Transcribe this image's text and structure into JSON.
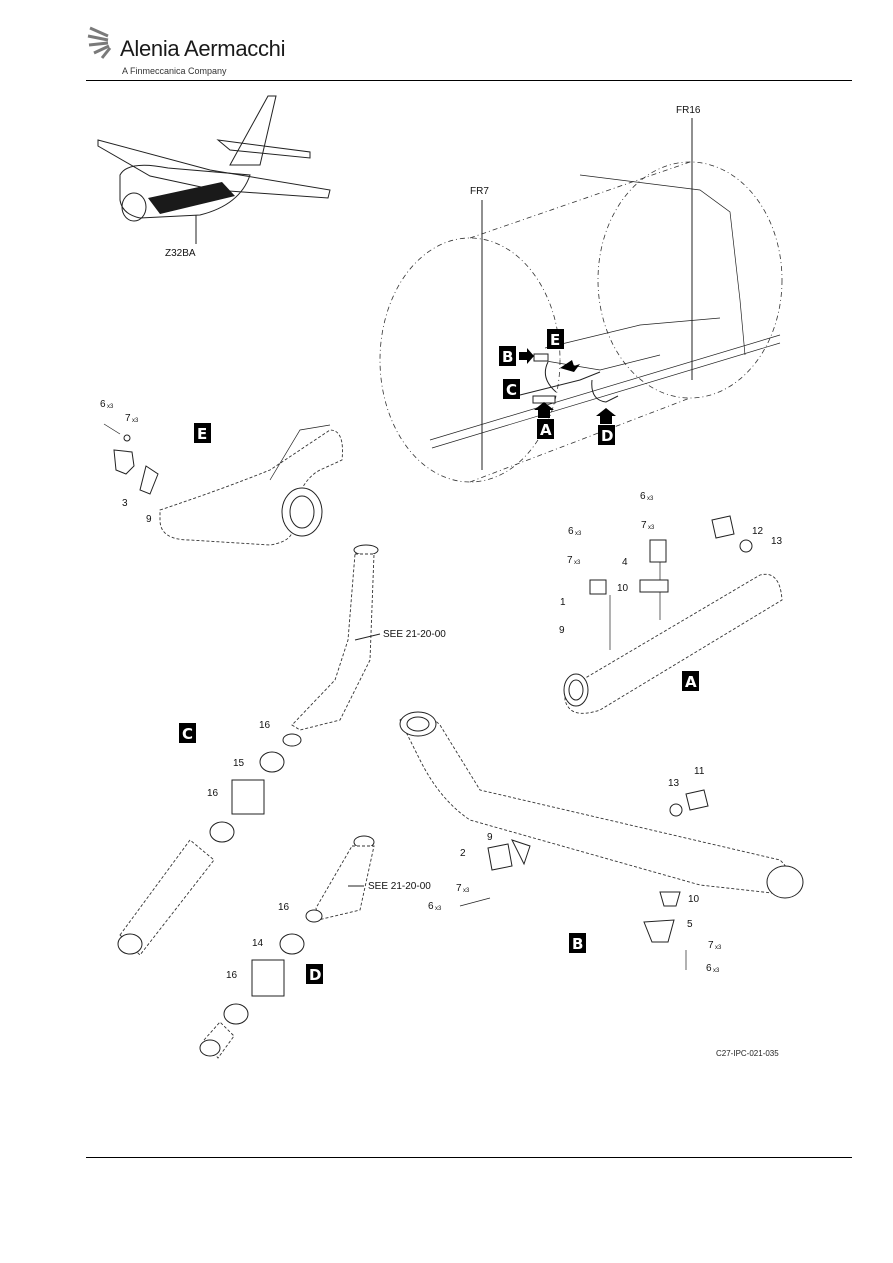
{
  "header": {
    "company": "Alenia Aermacchi",
    "subtitle": "A Finmeccanica Company"
  },
  "zone_label": "Z32BA",
  "frames": {
    "fr7": "FR7",
    "fr16": "FR16"
  },
  "views": {
    "a": "A",
    "b": "B",
    "c": "C",
    "d": "D",
    "e": "E"
  },
  "references": {
    "see_1": "SEE 21-20-00",
    "see_2": "SEE 21-20-00"
  },
  "figure_id": "C27-IPC-021-035",
  "qty": "x3",
  "callouts": {
    "e": {
      "p6": "6",
      "p7": "7",
      "p3": "3",
      "p9": "9"
    },
    "a": {
      "p6a": "6",
      "p7a": "7",
      "p6b": "6",
      "p7b": "7",
      "p4": "4",
      "p10": "10",
      "p1": "1",
      "p9": "9",
      "p12": "12",
      "p13": "13"
    },
    "c": {
      "p16a": "16",
      "p15": "15",
      "p16b": "16"
    },
    "b": {
      "p13": "13",
      "p11": "11",
      "p9": "9",
      "p2": "2",
      "p7a": "7",
      "p6a": "6",
      "p10": "10",
      "p5": "5",
      "p7b": "7",
      "p6b": "6"
    },
    "d": {
      "p16a": "16",
      "p14": "14",
      "p16b": "16"
    }
  },
  "colors": {
    "line": "#222222",
    "tag_fill": "#000000",
    "tag_text": "#ffffff"
  }
}
